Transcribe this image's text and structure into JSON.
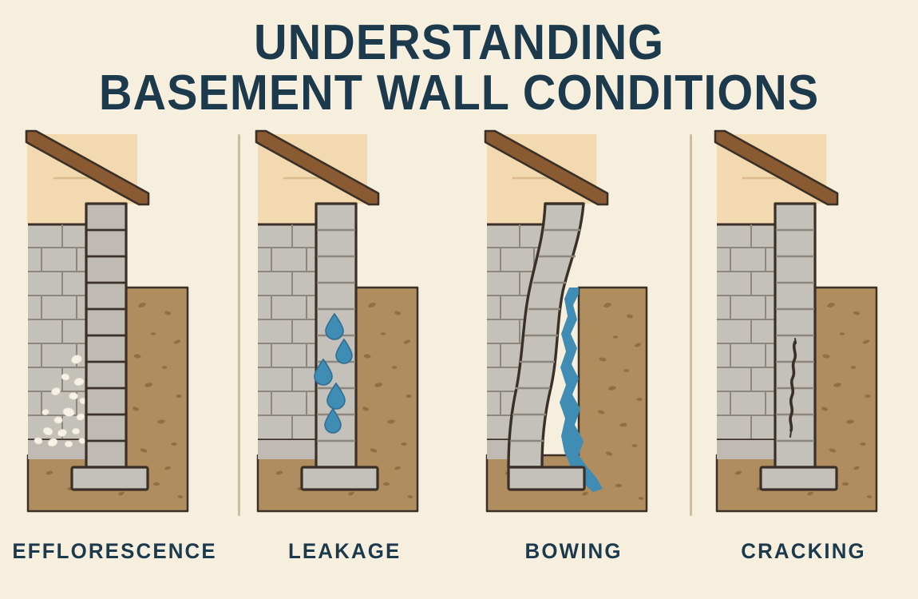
{
  "title": {
    "line1": "UNDERSTANDING",
    "line2": "BASEMENT WALL CONDITIONS"
  },
  "panels": [
    {
      "id": "efflorescence",
      "label": "EFFLORESCENCE",
      "condition": "efflorescence",
      "detail_description": "white crystalline mineral deposits blooming across interior block face"
    },
    {
      "id": "leakage",
      "label": "LEAKAGE",
      "condition": "leakage",
      "detail_description": "five blue water droplets seeping down through the foundation wall section"
    },
    {
      "id": "bowing",
      "label": "BOWING",
      "condition": "bowing",
      "detail_description": "foundation wall curved inward in an S-shape with hydrostatic water pressure along the soil side"
    },
    {
      "id": "cracking",
      "label": "CRACKING",
      "condition": "cracking",
      "detail_description": "vertical jagged crack running through the block wall section"
    }
  ],
  "colors": {
    "background": "#f7efdd",
    "title_text": "#1d3a4c",
    "label_text": "#1d3a4c",
    "roof": "#8a5a33",
    "house_body": "#f2d9b0",
    "block_wall": "#bfbab4",
    "block_face": "#c4c0ba",
    "outline": "#3a3028",
    "mortar": "#8d877e",
    "soil": "#b08d5e",
    "soil_speckle": "#8a6a3f",
    "water": "#3f8cb5",
    "water_dark": "#2f6e92",
    "efflorescence": "#f5f1e6",
    "crack": "#3a3028",
    "divider": "#c9bda4"
  }
}
